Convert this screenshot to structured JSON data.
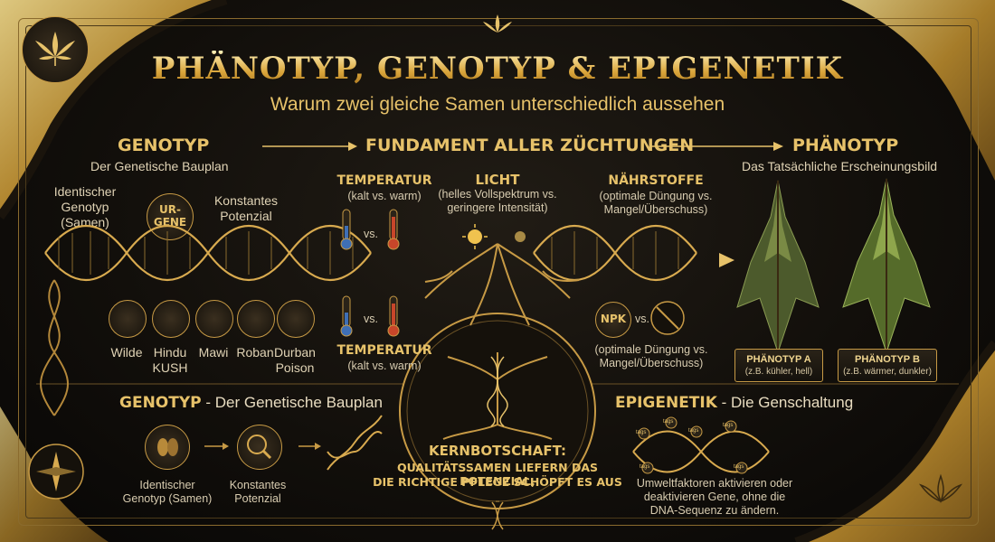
{
  "title": "PHÄNOTYP, GENOTYP & EPIGENETIK",
  "subtitle": "Warum zwei gleiche Samen unterschiedlich aussehen",
  "top_row": {
    "genotyp_heading": "GENOTYP",
    "genotyp_sub": "Der Genetische Bauplan",
    "center_heading": "FUNDAMENT ALLER ZÜCHTUNGEN",
    "phaenotyp_heading": "PHÄNOTYP",
    "phaenotyp_sub": "Das Tatsächliche Erscheinungsbild"
  },
  "left_panel": {
    "identical_label": "Identischer Genotyp (Samen)",
    "ur_gene_label": "UR-GENE",
    "constant_label": "Konstantes Potenzial",
    "strains": [
      "Wilde",
      "Hindu KUSH",
      "Mawi",
      "Roban",
      "Durban Poison"
    ]
  },
  "factors": {
    "temp_title": "TEMPERATUR",
    "temp_sub": "(kalt vs. warm)",
    "vs": "vs.",
    "light_title": "LICHT",
    "light_sub": "(helles Vollspektrum vs. geringere Intensität)",
    "nutrients_title": "NÄHRSTOFFE",
    "nutrients_sub": "(optimale Düngung vs. Mangel/Überschuss)",
    "npk_label": "NPK",
    "temp2_title": "TEMPERATUR",
    "temp2_sub": "(kalt vs. warm)",
    "nutrients2_sub": "(optimale Düngung vs. Mangel/Überschuss)"
  },
  "phenotypes": {
    "a_title": "PHÄNOTYP A",
    "a_sub": "(z.B. kühler, hell)",
    "b_title": "PHÄNOTYP B",
    "b_sub": "(z.B. wärmer, dunkler)"
  },
  "bottom_left": {
    "heading_bold": "GENOTYP",
    "heading_rest": " - Der Genetische Bauplan",
    "identical": "Identischer Genotyp (Samen)",
    "constant": "Konstantes Potenzial"
  },
  "center_message": {
    "heading": "KERNBOTSCHAFT:",
    "line1": "QUALITÄTSSAMEN LIEFERN DAS POTENZIAL,",
    "line2": "DIE RICHTIGE PFLEGE SCHÖPFT ES AUS"
  },
  "bottom_right": {
    "heading_bold": "EPIGENETIK",
    "heading_rest": " - Die Genschaltung",
    "tag_label": "tags",
    "text": "Umweltfaktoren aktivieren oder deaktivieren Gene, ohne die DNA-Sequenz zu ändern."
  },
  "colors": {
    "gold": "#e7c26a",
    "dark_bg": "#120f0b",
    "accent_red": "#c8462a",
    "accent_blue": "#3f6fb5"
  },
  "icons": [
    "cannabis-leaf-icon",
    "compass-icon",
    "dna-helix-icon",
    "thermometer-cold-icon",
    "thermometer-warm-icon",
    "sun-icon",
    "npk-icon",
    "no-fertilizer-icon",
    "tree-roots-icon",
    "magnifier-icon",
    "seed-icon"
  ]
}
